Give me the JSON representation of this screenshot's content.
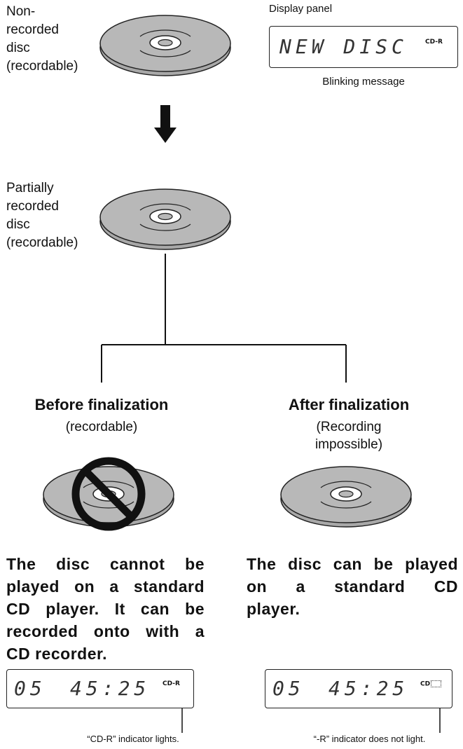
{
  "top_section": {
    "non_recorded_label": [
      "Non-",
      "recorded",
      "disc",
      "(recordable)"
    ],
    "display_panel_label": "Display panel",
    "display_text": "NEW DISC",
    "display_indicator": "CD-R",
    "blinking_label": "Blinking message"
  },
  "middle_section": {
    "partial_label": [
      "Partially",
      "recorded",
      "disc",
      "(recordable)"
    ]
  },
  "before": {
    "title": "Before finalization",
    "subtitle": "(recordable)",
    "description": [
      "The disc cannot be",
      "played on a standard",
      "CD player. It can be",
      "recorded onto with a",
      "CD recorder."
    ],
    "display_track": "05",
    "display_time": "45:25",
    "display_indicator": "CD-R",
    "caption": "“CD-R” indicator lights."
  },
  "after": {
    "title": "After finalization",
    "subtitle": [
      "(Recording",
      "impossible)"
    ],
    "description": [
      "The disc can be played",
      "on a standard CD",
      "player."
    ],
    "display_track": "05",
    "display_time": "45:25",
    "display_indicator": "CD",
    "caption": "“-R” indicator does not light."
  },
  "colors": {
    "disc_fill": "#b5b5b5",
    "prohibit_fill": "#444444",
    "line": "#111111"
  }
}
